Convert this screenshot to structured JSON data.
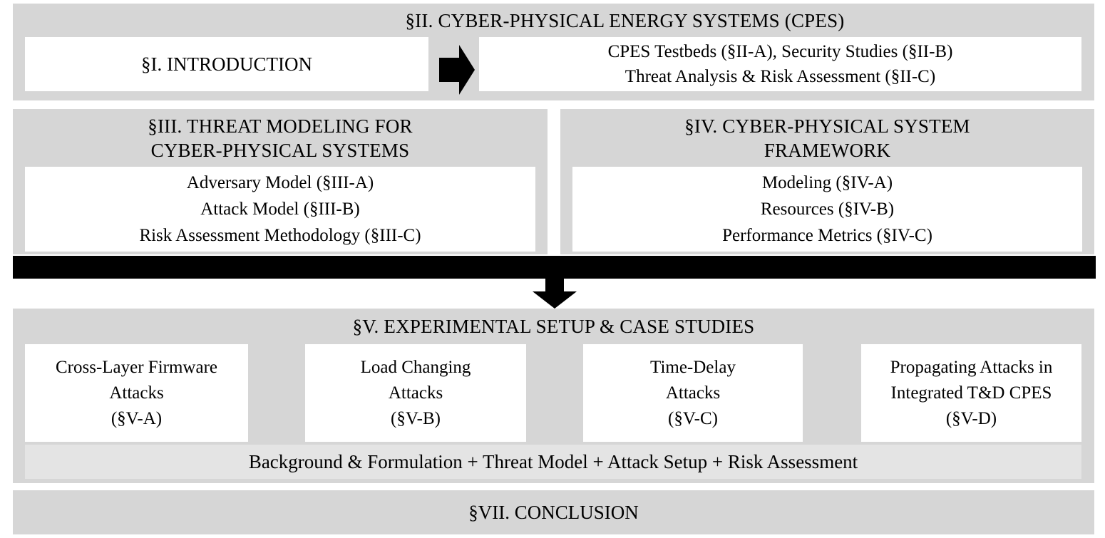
{
  "diagram": {
    "title": "Paper organization flowchart",
    "colors": {
      "panel_gray": "#d6d6d6",
      "subbar_gray": "#e4e4e4",
      "box_white": "#ffffff",
      "arrow_black": "#000000",
      "text_black": "#000000"
    },
    "row1": {
      "header": "§II. CYBER-PHYSICAL ENERGY SYSTEMS (CPES)",
      "intro_box": "§I. INTRODUCTION",
      "arrow": "right-arrow-icon",
      "cpes_lines": [
        "CPES Testbeds (§II-A), Security Studies (§II-B)",
        "Threat Analysis & Risk Assessment (§II-C)"
      ]
    },
    "row2": {
      "threat_modeling": {
        "header_lines": [
          "§III. THREAT MODELING FOR",
          "CYBER-PHYSICAL SYSTEMS"
        ],
        "items": [
          "Adversary Model (§III-A)",
          "Attack Model (§III-B)",
          "Risk Assessment Methodology (§III-C)"
        ]
      },
      "cps_framework": {
        "header_lines": [
          "§IV. CYBER-PHYSICAL SYSTEM",
          "FRAMEWORK"
        ],
        "items": [
          "Modeling (§IV-A)",
          "Resources (§IV-B)",
          "Performance Metrics (§IV-C)"
        ]
      }
    },
    "divider": {
      "bar": "black-divider-bar",
      "arrow": "down-arrow-icon"
    },
    "row3": {
      "header": "§V. EXPERIMENTAL SETUP & CASE STUDIES",
      "cases": [
        {
          "lines": [
            "Cross-Layer Firmware",
            "Attacks",
            "(§V-A)"
          ]
        },
        {
          "lines": [
            "Load Changing",
            "Attacks",
            "(§V-B)"
          ]
        },
        {
          "lines": [
            "Time-Delay",
            "Attacks",
            "(§V-C)"
          ]
        },
        {
          "lines": [
            "Propagating Attacks in",
            "Integrated T&D CPES",
            "(§V-D)"
          ]
        }
      ],
      "common_structure": "Background & Formulation + Threat Model + Attack Setup + Risk Assessment"
    },
    "row4": {
      "header": "§VII. CONCLUSION"
    }
  }
}
